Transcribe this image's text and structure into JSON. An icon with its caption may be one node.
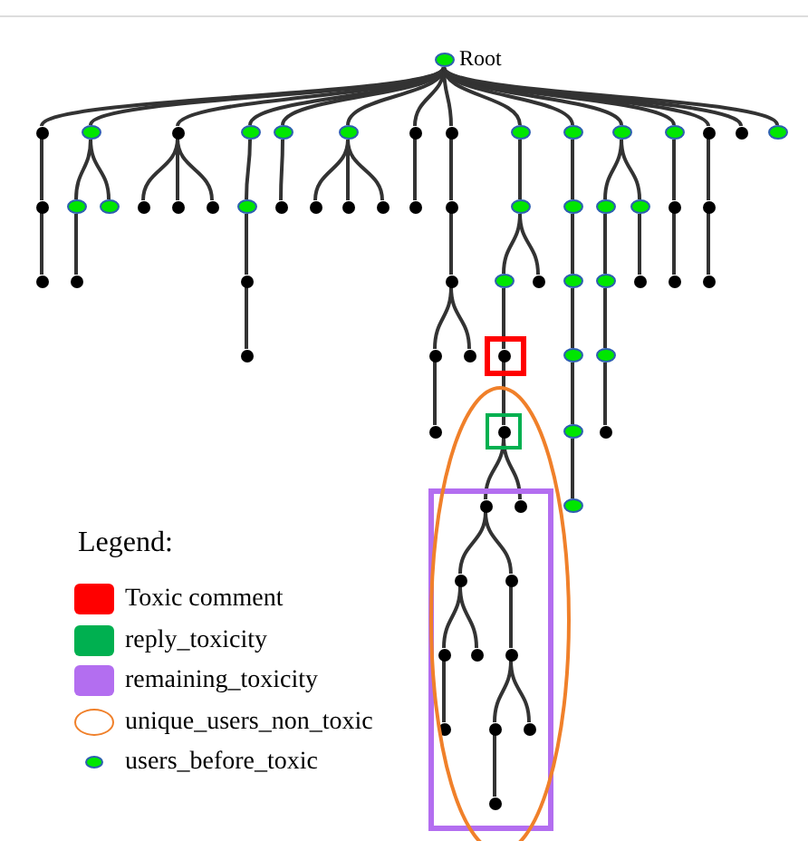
{
  "diagram": {
    "nodes": [
      {
        "text": [
          "Root"
        ]
      },
      {
        "text": [],
        "shape": "dot"
      },
      {
        "text": [],
        "shape": "ellipse"
      },
      {
        "text": [],
        "shape": "dot"
      },
      {
        "text": [],
        "shape": "ellipse"
      },
      {
        "text": [],
        "shape": "ellipse"
      },
      {
        "text": [],
        "shape": "ellipse"
      },
      {
        "text": [],
        "shape": "dot"
      },
      {
        "text": [],
        "shape": "dot"
      },
      {
        "text": [],
        "shape": "ellipse"
      },
      {
        "text": [],
        "shape": "ellipse"
      },
      {
        "text": [],
        "shape": "ellipse"
      },
      {
        "text": [],
        "shape": "ellipse"
      },
      {
        "text": [],
        "shape": "dot"
      },
      {
        "text": [],
        "shape": "dot"
      },
      {
        "text": [],
        "shape": "ellipse"
      },
      {
        "text": [],
        "shape": "dot"
      },
      {
        "text": [],
        "shape": "ellipse"
      },
      {
        "text": [],
        "shape": "ellipse"
      },
      {
        "text": [],
        "shape": "dot"
      },
      {
        "text": [],
        "shape": "dot"
      },
      {
        "text": [],
        "shape": "dot"
      },
      {
        "text": [],
        "shape": "ellipse"
      },
      {
        "text": [],
        "shape": "dot"
      },
      {
        "text": [],
        "shape": "dot"
      },
      {
        "text": [],
        "shape": "dot"
      },
      {
        "text": [],
        "shape": "dot"
      },
      {
        "text": [],
        "shape": "dot"
      },
      {
        "text": [],
        "shape": "dot"
      },
      {
        "text": [],
        "shape": "ellipse"
      },
      {
        "text": [],
        "shape": "ellipse"
      },
      {
        "text": [],
        "shape": "ellipse"
      },
      {
        "text": [],
        "shape": "ellipse"
      },
      {
        "text": [],
        "shape": "dot"
      },
      {
        "text": [],
        "shape": "dot"
      },
      {
        "text": [],
        "shape": "dot"
      },
      {
        "text": [],
        "shape": "dot"
      },
      {
        "text": [],
        "shape": "dot"
      },
      {
        "text": [],
        "shape": "dot"
      },
      {
        "text": [],
        "shape": "ellipse"
      },
      {
        "text": [],
        "shape": "dot"
      },
      {
        "text": [],
        "shape": "ellipse"
      },
      {
        "text": [],
        "shape": "ellipse"
      },
      {
        "text": [],
        "shape": "dot"
      },
      {
        "text": [],
        "shape": "dot"
      },
      {
        "text": [],
        "shape": "dot"
      },
      {
        "text": [],
        "shape": "dot"
      },
      {
        "text": [],
        "shape": "dot"
      },
      {
        "text": [],
        "shape": "dot"
      },
      {
        "text": [],
        "shape": "dot"
      },
      {
        "text": [],
        "shape": "ellipse"
      },
      {
        "text": [],
        "shape": "ellipse"
      },
      {
        "text": [],
        "shape": "dot"
      },
      {
        "text": [],
        "shape": "dot"
      },
      {
        "text": [],
        "shape": "ellipse"
      },
      {
        "text": [],
        "shape": "dot"
      },
      {
        "text": [],
        "shape": "dot"
      },
      {
        "text": [],
        "shape": "dot"
      },
      {
        "text": [],
        "shape": "ellipse"
      },
      {
        "text": [],
        "shape": "dot"
      },
      {
        "text": [],
        "shape": "dot"
      },
      {
        "text": [],
        "shape": "dot"
      },
      {
        "text": [],
        "shape": "dot"
      },
      {
        "text": [],
        "shape": "dot"
      },
      {
        "text": [],
        "shape": "dot"
      },
      {
        "text": [],
        "shape": "dot"
      },
      {
        "text": [],
        "shape": "dot"
      },
      {
        "text": [],
        "shape": "dot"
      }
    ],
    "edges": [
      {
        "from": 0,
        "to": 1,
        "arrow": "none"
      },
      {
        "from": 0,
        "to": 2,
        "arrow": "none"
      },
      {
        "from": 0,
        "to": 3,
        "arrow": "none"
      },
      {
        "from": 0,
        "to": 4,
        "arrow": "none"
      },
      {
        "from": 0,
        "to": 5,
        "arrow": "none"
      },
      {
        "from": 0,
        "to": 6,
        "arrow": "none"
      },
      {
        "from": 0,
        "to": 7,
        "arrow": "none"
      },
      {
        "from": 0,
        "to": 8,
        "arrow": "none"
      },
      {
        "from": 0,
        "to": 9,
        "arrow": "none"
      },
      {
        "from": 0,
        "to": 10,
        "arrow": "none"
      },
      {
        "from": 0,
        "to": 11,
        "arrow": "none"
      },
      {
        "from": 0,
        "to": 12,
        "arrow": "none"
      },
      {
        "from": 0,
        "to": 13,
        "arrow": "none"
      },
      {
        "from": 0,
        "to": 14,
        "arrow": "none"
      },
      {
        "from": 0,
        "to": 15,
        "arrow": "none"
      },
      {
        "from": 1,
        "to": 16,
        "arrow": "none"
      },
      {
        "from": 2,
        "to": 17,
        "arrow": "none"
      },
      {
        "from": 2,
        "to": 18,
        "arrow": "none"
      },
      {
        "from": 3,
        "to": 19,
        "arrow": "none"
      },
      {
        "from": 3,
        "to": 20,
        "arrow": "none"
      },
      {
        "from": 3,
        "to": 21,
        "arrow": "none"
      },
      {
        "from": 4,
        "to": 22,
        "arrow": "none"
      },
      {
        "from": 5,
        "to": 23,
        "arrow": "none"
      },
      {
        "from": 6,
        "to": 24,
        "arrow": "none"
      },
      {
        "from": 6,
        "to": 25,
        "arrow": "none"
      },
      {
        "from": 6,
        "to": 26,
        "arrow": "none"
      },
      {
        "from": 7,
        "to": 27,
        "arrow": "none"
      },
      {
        "from": 8,
        "to": 28,
        "arrow": "none"
      },
      {
        "from": 9,
        "to": 29,
        "arrow": "none"
      },
      {
        "from": 10,
        "to": 30,
        "arrow": "none"
      },
      {
        "from": 11,
        "to": 31,
        "arrow": "none"
      },
      {
        "from": 11,
        "to": 32,
        "arrow": "none"
      },
      {
        "from": 12,
        "to": 33,
        "arrow": "none"
      },
      {
        "from": 13,
        "to": 34,
        "arrow": "none"
      },
      {
        "from": 16,
        "to": 35,
        "arrow": "none"
      },
      {
        "from": 17,
        "to": 36,
        "arrow": "none"
      },
      {
        "from": 22,
        "to": 37,
        "arrow": "none"
      },
      {
        "from": 28,
        "to": 38,
        "arrow": "none"
      },
      {
        "from": 29,
        "to": 39,
        "arrow": "none"
      },
      {
        "from": 29,
        "to": 40,
        "arrow": "none"
      },
      {
        "from": 30,
        "to": 41,
        "arrow": "none"
      },
      {
        "from": 31,
        "to": 42,
        "arrow": "none"
      },
      {
        "from": 32,
        "to": 43,
        "arrow": "none"
      },
      {
        "from": 33,
        "to": 44,
        "arrow": "none"
      },
      {
        "from": 34,
        "to": 45,
        "arrow": "none"
      },
      {
        "from": 37,
        "to": 46,
        "arrow": "none"
      },
      {
        "from": 38,
        "to": 47,
        "arrow": "none"
      },
      {
        "from": 38,
        "to": 48,
        "arrow": "none"
      },
      {
        "from": 39,
        "to": 49,
        "arrow": "none"
      },
      {
        "from": 41,
        "to": 50,
        "arrow": "none"
      },
      {
        "from": 42,
        "to": 51,
        "arrow": "none"
      },
      {
        "from": 47,
        "to": 52,
        "arrow": "none"
      },
      {
        "from": 49,
        "to": 53,
        "arrow": "none"
      },
      {
        "from": 50,
        "to": 54,
        "arrow": "none"
      },
      {
        "from": 51,
        "to": 55,
        "arrow": "none"
      },
      {
        "from": 53,
        "to": 56,
        "arrow": "none"
      },
      {
        "from": 53,
        "to": 57,
        "arrow": "none"
      },
      {
        "from": 54,
        "to": 58,
        "arrow": "none"
      },
      {
        "from": 56,
        "to": 59,
        "arrow": "none"
      },
      {
        "from": 56,
        "to": 60,
        "arrow": "none"
      },
      {
        "from": 59,
        "to": 61,
        "arrow": "none"
      },
      {
        "from": 59,
        "to": 62,
        "arrow": "none"
      },
      {
        "from": 60,
        "to": 63,
        "arrow": "none"
      },
      {
        "from": 61,
        "to": 64,
        "arrow": "none"
      },
      {
        "from": 63,
        "to": 65,
        "arrow": "none"
      },
      {
        "from": 63,
        "to": 66,
        "arrow": "none"
      },
      {
        "from": 65,
        "to": 67,
        "arrow": "none"
      }
    ],
    "labels": [
      "Legend:"
    ],
    "legend": [
      {
        "text": "Toxic comment",
        "color": "#ff0000"
      },
      {
        "text": "reply_toxicity",
        "color": "#00b050"
      },
      {
        "text": "remaining_toxicity",
        "color": "#b36ef0"
      },
      {
        "text": "unique_users_non_toxic"
      },
      {
        "text": "users_before_toxic"
      }
    ]
  }
}
